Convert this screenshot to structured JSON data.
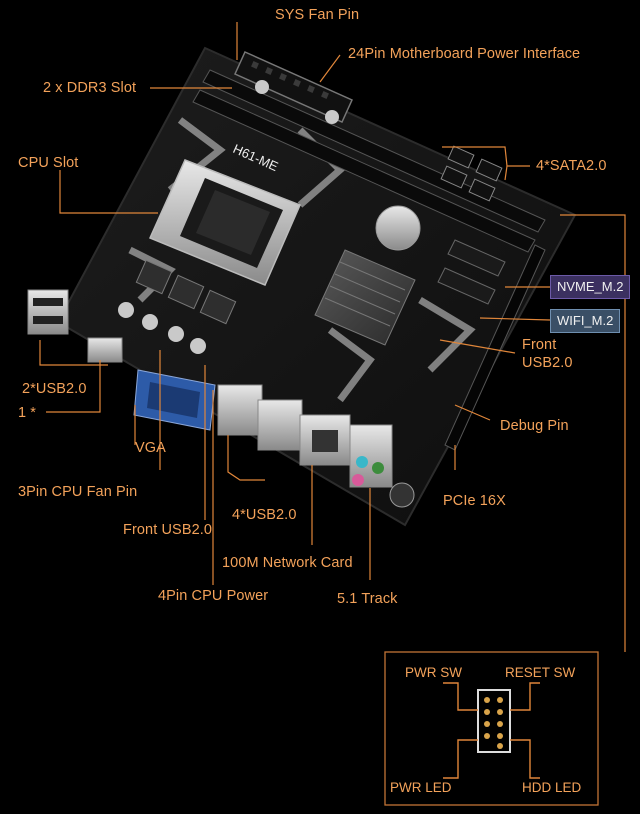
{
  "labels": {
    "sys_fan_pin": "SYS Fan Pin",
    "power_24pin": "24Pin Motherboard Power Interface",
    "ddr3_slot": "2 x DDR3 Slot",
    "cpu_slot": "CPU Slot",
    "sata": "4*SATA2.0",
    "nvme": "NVME_M.2",
    "wifi": "WIFI_M.2",
    "front_usb_right_1": "Front",
    "front_usb_right_2": "USB2.0",
    "usb2_left": "2*USB2.0",
    "one_star": "1 *",
    "debug_pin": "Debug Pin",
    "vga": "VGA",
    "cpu_fan_3pin": "3Pin CPU Fan Pin",
    "pcie": "PCIe 16X",
    "front_usb_bottom": "Front USB2.0",
    "usb2_4": "4*USB2.0",
    "network_card": "100M Network Card",
    "cpu_power_4pin": "4Pin CPU Power",
    "track_51": "5.1 Track"
  },
  "board_text": {
    "model": "H61-ME"
  },
  "panel_header": {
    "pwr_sw": "PWR SW",
    "reset_sw": "RESET SW",
    "pwr_led": "PWR LED",
    "hdd_led": "HDD  LED"
  },
  "colors": {
    "label_orange": "#f3a25a",
    "line_orange": "#e0863a",
    "board_black": "#151515",
    "nvme_bg": "#3b3060",
    "wifi_bg": "#3a4f66"
  }
}
